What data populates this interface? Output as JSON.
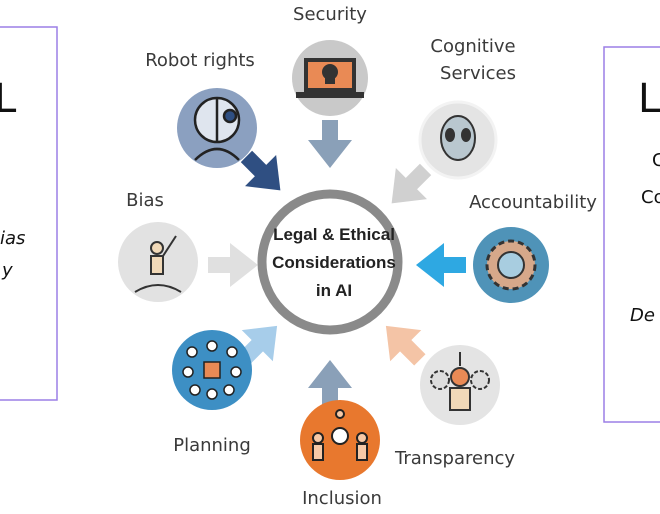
{
  "center": {
    "lines": [
      "Legal & Ethical",
      "Considerations",
      "in AI"
    ]
  },
  "nodes": {
    "security": "Security",
    "robot_rights": "Robot rights",
    "cognitive": [
      "Cognitive",
      "Services"
    ],
    "bias": "Bias",
    "accountability": "Accountability",
    "planning": "Planning",
    "inclusion": "Inclusion",
    "transparency": "Transparency"
  },
  "left_panel": {
    "title": "L",
    "line1": "ias",
    "line2": "y"
  },
  "right_panel": {
    "title": "L",
    "line1": "C",
    "line2": "Co",
    "line3": "De"
  },
  "colors": {
    "panel_border": "#9b7fe6",
    "ring": "#8a8a8a",
    "arrow_dark": "#2f4f82",
    "arrow_bright": "#2ea8e2",
    "arrow_peach": "#f4c4a6"
  }
}
